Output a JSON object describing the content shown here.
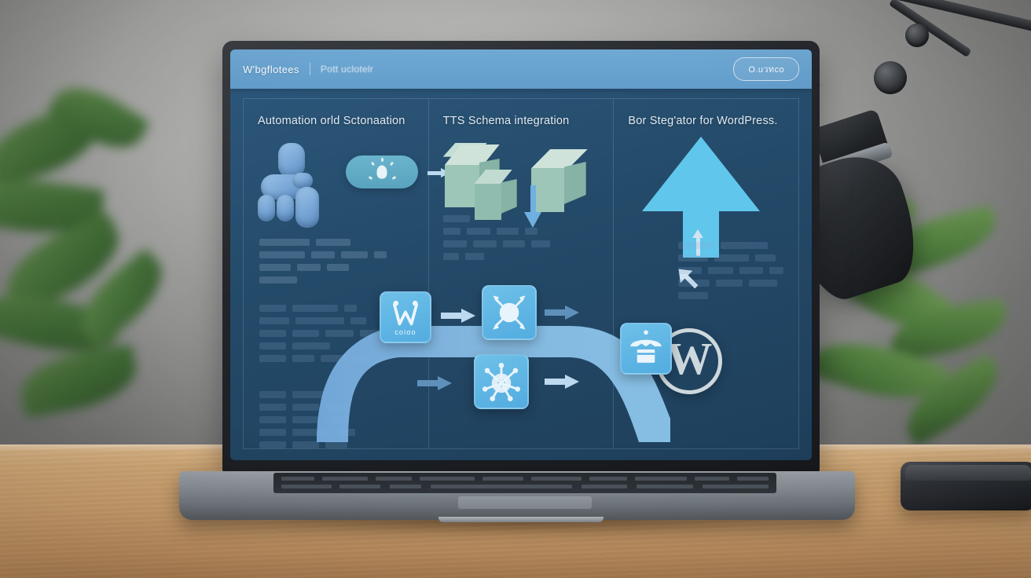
{
  "scene": {
    "description": "Laptop on a wooden desk showing a blue workflow dashboard, desk lamp at right, plants in background",
    "desk_color": "#c79c6b",
    "wall_color": "#a4a4a2"
  },
  "app": {
    "accent": "#61c6ec",
    "panel_bg": "#244a69",
    "topbar_bg": "#629cca",
    "topbar": {
      "title": "W'bgflotees",
      "separator": "|",
      "subtitle": "Pott uclotelr",
      "action_button": "O.uวทco"
    },
    "panels": [
      {
        "title": "Automation orld Sctonaation",
        "tile_label": "coioo",
        "skeleton_groups": 3
      },
      {
        "title": "TTS Schema integration",
        "skeleton_groups": 1
      },
      {
        "title": "Bor Steg'ator for WordPress.",
        "skeleton_groups": 1,
        "logo": "wordpress-logo",
        "logo_letter": "W"
      }
    ],
    "icons": {
      "robot": "robot-figure-icon",
      "pill_bulb": "lightbulb-pill-icon",
      "cubes": "3d-cubes-icon",
      "down_arrow": "arrow-down-icon",
      "network_node": "network-node-icon",
      "gear_node": "gear-node-icon",
      "delivery_box": "parachute-box-icon",
      "growth_arrow": "arrow-up-growth-icon",
      "small_arrow": "arrow-right-small-icon",
      "diagonal_arrow": "arrow-up-right-icon"
    }
  }
}
